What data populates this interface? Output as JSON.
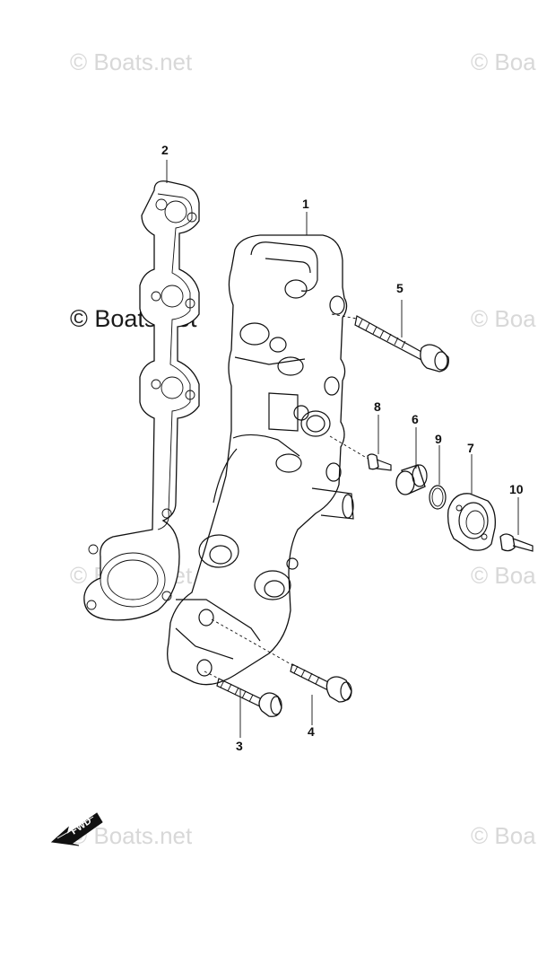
{
  "watermarks": [
    "© Boats.net",
    "© Boa",
    "© Boats.net",
    "© Boa",
    "© Boats.net",
    "© Boa",
    "© Boats.net",
    "© Boa"
  ],
  "main_watermark": "© Boats.net",
  "callouts": [
    "1",
    "2",
    "3",
    "4",
    "5",
    "6",
    "7",
    "8",
    "9",
    "10"
  ],
  "fwd_label": "FWD",
  "colors": {
    "line": "#111111",
    "watermark": "#d8d8d8"
  }
}
